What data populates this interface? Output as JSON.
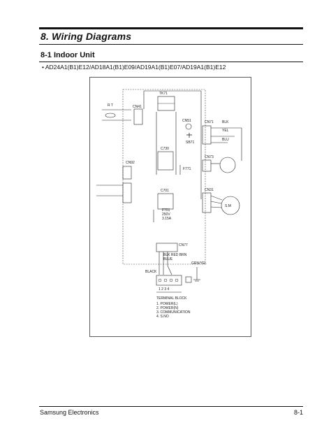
{
  "header": {
    "section_title": "8. Wiring Diagrams",
    "subsection_title": "8-1 Indoor Unit",
    "model_line": "• AD24A1(B1)E12/AD18A1(B1)E09/AD19A1(B1)E07/AD19A1(B1)E12"
  },
  "diagram": {
    "labels": {
      "rt": "R T",
      "cn41": "CN41",
      "tk71": "TK71",
      "cn51": "CN51",
      "sb71": "SB71",
      "cn71": "CN71",
      "blk": "BLK",
      "yel": "YEL",
      "blu": "BLU",
      "c730": "C730",
      "cn92": "CN92",
      "f771": "F771",
      "cn73": "CN73",
      "c701": "C701",
      "cn31": "CN31",
      "f701": "F701",
      "f701_rating1": "250V",
      "f701_rating2": "3.15A",
      "sm": "S.M",
      "cn77": "CN77",
      "cn77_colors": "BLK  RED  BRN",
      "cn77_blue": "BLUE",
      "grn_yel": "GRN/YEL",
      "black": "BLACK",
      "term_numbers": "1 2 3 4",
      "terminal_block": "TERMINAL BLOCK",
      "legend_1": "1. POWER(L)",
      "legend_2": "2. POWER(N)",
      "legend_3": "3. COMMUNICATION",
      "legend_4": "4. S.NO"
    }
  },
  "footer": {
    "company": "Samsung Electronics",
    "page_number": "8-1"
  }
}
